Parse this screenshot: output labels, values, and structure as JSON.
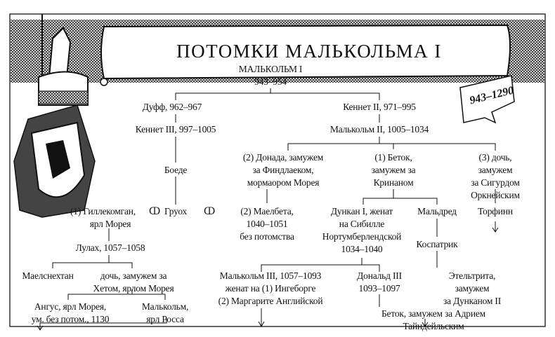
{
  "title": "ПОТОМКИ МАЛЬКОЛЬМА I",
  "date_range": "943–1290",
  "nodes": {
    "malcolm1": "МАЛЬКОЛЬМ I\n943–954",
    "duff": "Дуфф, 962–967",
    "kenneth3": "Кеннет  III, 997–1005",
    "kenneth2": "Кеннет II, 971–995",
    "malcolm2": "Малькольм II, 1005–1034",
    "donada": "(2) Донада, замужем\nза Финдлаеком,\nмормаором Морея",
    "betok1": "(1) Беток,\nзамужем за\nКринаном",
    "daughter3": "(3) дочь, замужем\nза Сигурдом\nОркнейским",
    "boede": "Боеде",
    "gillecomgan": "(1) Гиллекомган,",
    "gillecomgan_title": "ярл Морея",
    "marriage_symbol": "ↀ",
    "gruoch": "Груох",
    "macbeth": "(2) Маелбета,\n1040–1051\nбез потомства",
    "duncan1": "Дункан I, женат\nна Сибилле\nНортумберлендской\n1034–1040",
    "maldred": "Мальдред",
    "cospatrick": "Коспатрик",
    "thorfinn": "Торфинн",
    "lulach": "Лулах, 1057–1058",
    "maelsnechtan": "Маелснехтан",
    "daughter_lulach": "дочь, замужем за\nХетом, ярлом Морея",
    "angus": "Ангус, ярл Морея,\nум. без потом., 1130",
    "malcolm_ross": "Малькольм,\nярл Росса",
    "malcolm3": "Малькольм III, 1057–1093\nженат на (1) Ингеборге\n(2) Маргарите Английской",
    "donald3": "Дональд III\n1093–1097",
    "ethelreda": "Этельтрита, замужем\nза Дунканом II",
    "betok2": "Беток, замужем за Адрием Тайндейльским"
  },
  "colors": {
    "ink": "#111111",
    "paper": "#ffffff"
  }
}
